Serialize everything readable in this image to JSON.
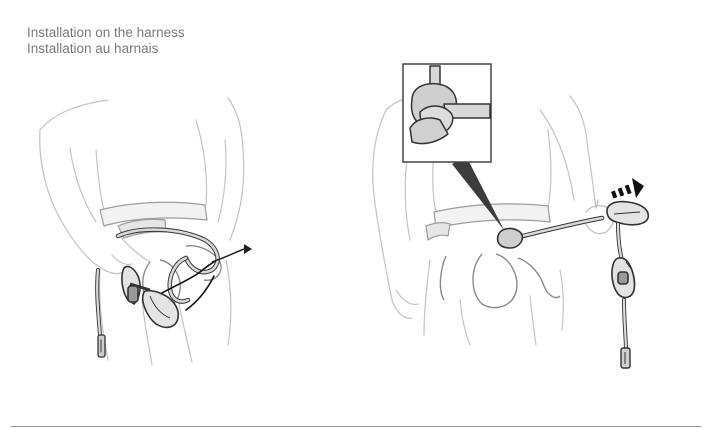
{
  "heading": {
    "line_en": "Installation on the harness",
    "line_fr": "Installation au harnais"
  },
  "colors": {
    "text": "#7a7a7a",
    "outline": "#bdbdbd",
    "rope_fill": "#d9d9d9",
    "rope_stroke": "#444444",
    "arrow": "#222222",
    "rule": "#9a9a9a"
  },
  "icons": {
    "left_figure": "harness-installation-illustration",
    "right_figure": "harness-knotted-lanyard-illustration",
    "knot_detail": "girth-hitch-knot-detail",
    "motion_arrow": "pull-direction-arrow"
  }
}
